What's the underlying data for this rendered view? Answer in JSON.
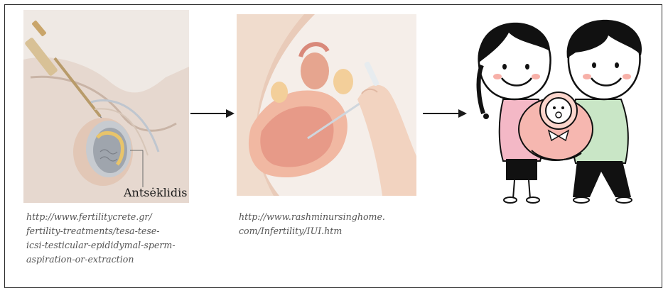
{
  "panels": {
    "male_anatomy": {
      "label": "Antsėklidis",
      "caption": "http://www.fertilitycrete.gr/\nfertility-treatments/tesa-tese-\nicsi-testicular-epididymal-sperm-\naspiration-or-extraction"
    },
    "female_anatomy": {
      "caption": "http://www.rashminursinghome.\ncom/Infertility/IUI.htm"
    },
    "family": {}
  },
  "colors": {
    "arrow": "#1a1a1a",
    "caption_text": "#555555",
    "frame": "#2b2b2b"
  },
  "icons": [
    "right-arrow-icon",
    "right-arrow-icon"
  ]
}
